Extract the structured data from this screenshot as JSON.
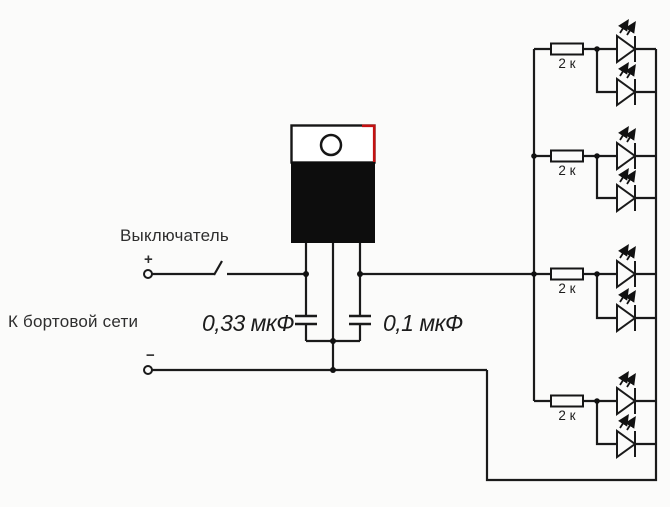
{
  "schematic": {
    "switch_label": "Выключатель",
    "supply_label": "К бортовой сети",
    "plus_sign": "+",
    "minus_sign": "−",
    "capacitor1_value": "0,33 мкФ",
    "capacitor2_value": "0,1 мкФ"
  },
  "led_groups": [
    {
      "resistor_label": "2 к",
      "led_count": 2
    },
    {
      "resistor_label": "2 к",
      "led_count": 2
    },
    {
      "resistor_label": "2 к",
      "led_count": 2
    },
    {
      "resistor_label": "2 к",
      "led_count": 2
    }
  ],
  "colors": {
    "background": "#fbfbfa",
    "wire": "#1a1a1a",
    "component_body": "#0d0d0d",
    "accent_red": "#c41111",
    "text": "#2e2e2e"
  }
}
